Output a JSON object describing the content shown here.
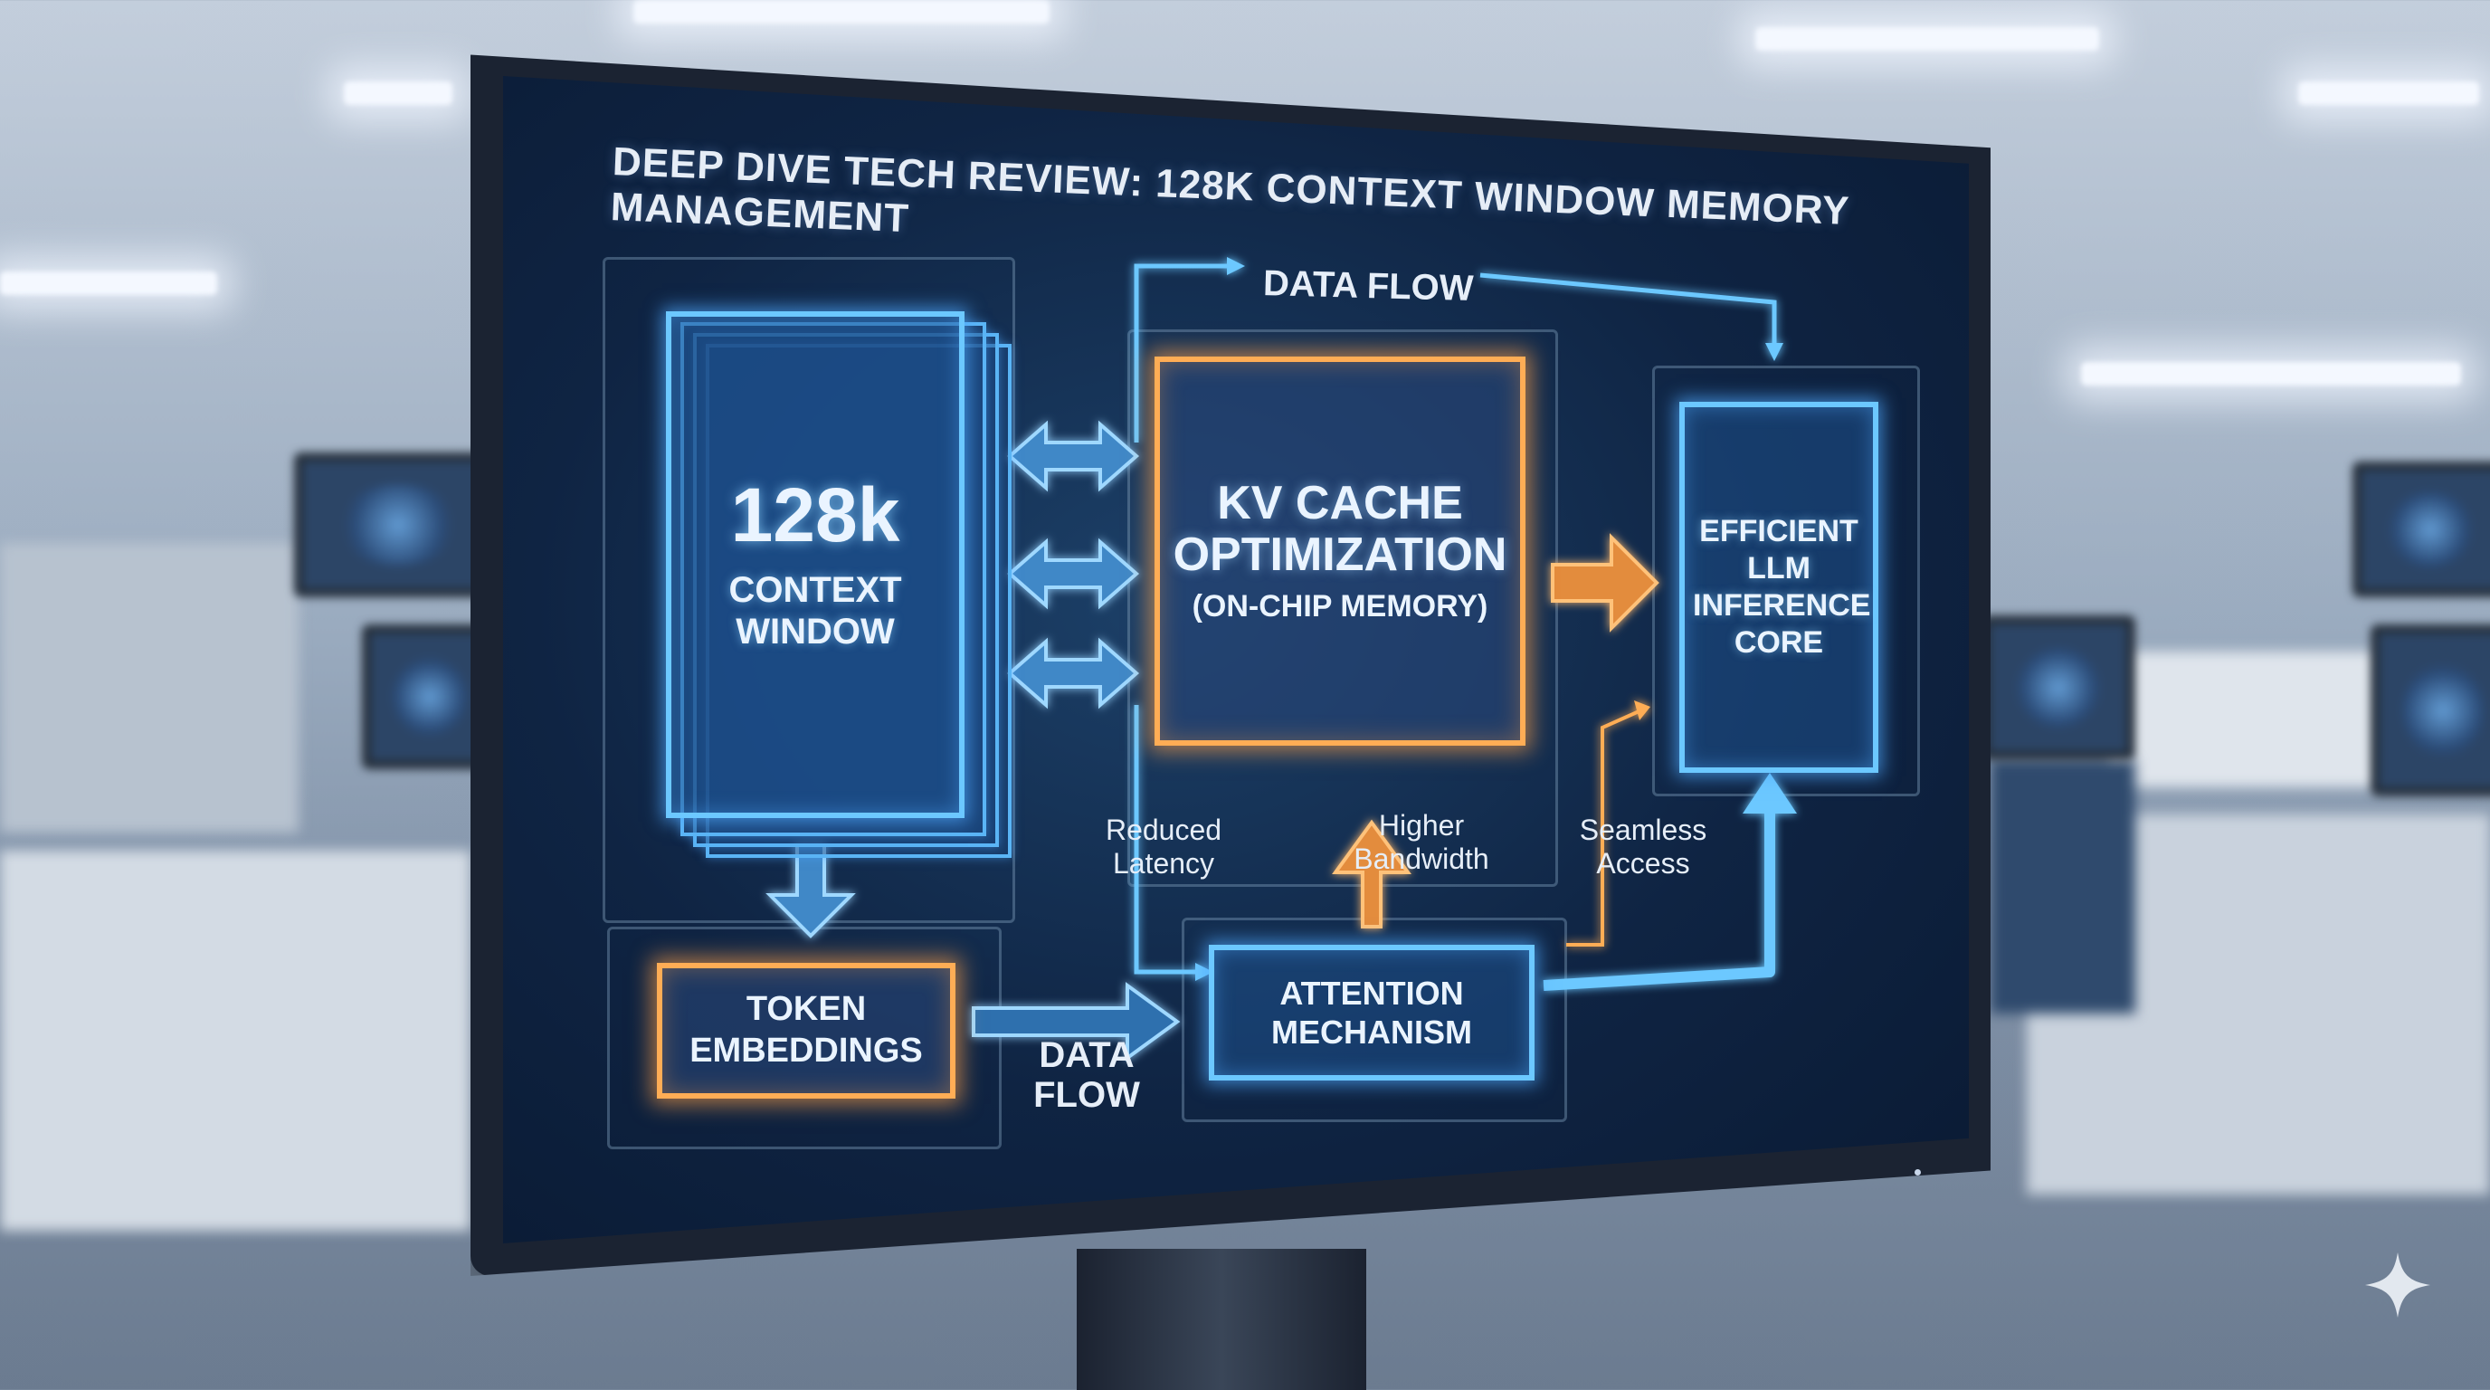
{
  "title": "DEEP DIVE TECH REVIEW: 128k CONTEXT WINDOW MEMORY MANAGEMENT",
  "nodes": {
    "context_window": {
      "value": "128k",
      "label": "CONTEXT WINDOW"
    },
    "kv_cache": {
      "title": "KV CACHE OPTIMIZATION",
      "subtitle": "(ON-CHIP MEMORY)"
    },
    "inference_core": {
      "label": "EFFICIENT LLM INFERENCE CORE"
    },
    "token_embeddings": {
      "label": "TOKEN EMBEDDINGS"
    },
    "attention": {
      "label": "ATTENTION MECHANISM"
    }
  },
  "edge_labels": {
    "data_flow_top": "DATA FLOW",
    "data_flow_bottom": "DATA FLOW",
    "reduced_latency": "Reduced Latency",
    "higher_bandwidth": "Higher Bandwidth",
    "seamless_access": "Seamless Access"
  },
  "colors": {
    "screen_bg": "#0f2443",
    "blue_glow": "#6cc8ff",
    "orange_glow": "#ffad55",
    "text": "#eaf4ff"
  },
  "watermark_icon": "sparkle-icon"
}
